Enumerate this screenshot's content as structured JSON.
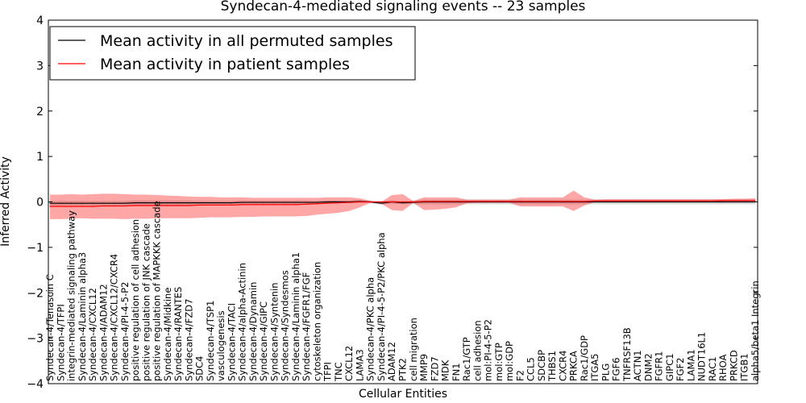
{
  "chart_data": {
    "type": "line",
    "title": "Syndecan-4-mediated signaling events -- 23 samples",
    "xlabel": "Cellular Entities",
    "ylabel": "Inferred Activity",
    "ylim": [
      -4,
      4
    ],
    "yticks": [
      "−4",
      "−3",
      "−2",
      "−1",
      "0",
      "1",
      "2",
      "3",
      "4"
    ],
    "grid": false,
    "legend_position": "top-left",
    "categories": [
      "Syndecan-4/Tenascin C",
      "Syndecan-4/TFPI",
      "integrin-mediated signaling pathway",
      "Syndecan-4/Laminin alpha3",
      "Syndecan-4/CXCL12",
      "Syndecan-4/ADAM12",
      "Syndecan-4/CXCL12/CXCR4",
      "Syndecan-4/PI-4-5-P2",
      "positive regulation of cell adhesion",
      "positive regulation of JNK cascade",
      "positive regulation of MAPKKK cascade",
      "Syndecan-4/Midkine",
      "Syndecan-4/RANTES",
      "Syndecan-4/FZD7",
      "SDC4",
      "Syndecan-4/TSP1",
      "vasculogenesis",
      "Syndecan-4/TACI",
      "Syndecan-4/alpha-Actinin",
      "Syndecan-4/Dynamin",
      "Syndecan-4/GIPC",
      "Syndecan-4/Syntenin",
      "Syndecan-4/Syndesmos",
      "Syndecan-4/Laminin alpha1",
      "Syndecan-4/FGFR1/FGF",
      "cytoskeleton organization",
      "TFPI",
      "TNC",
      "CXCL12",
      "LAMA3",
      "Syndecan-4/PKC alpha",
      "Syndecan-4/PI-4-5-P2/PKC alpha",
      "ADAM12",
      "PTK2",
      "cell migration",
      "MMP9",
      "FZD7",
      "MDK",
      "FN1",
      "Rac1/GTP",
      "cell adhesion",
      "mol:PI-4-5-P2",
      "mol:GTP",
      "mol:GDP",
      "F2",
      "CCL5",
      "SDCBP",
      "THBS1",
      "CXCR4",
      "PRKCA",
      "Rac1/GDP",
      "ITGA5",
      "PLG",
      "FGF6",
      "TNFRSF13B",
      "ACTN1",
      "DNM2",
      "FGFR1",
      "GIPC1",
      "FGF2",
      "LAMA1",
      "NUDT16L1",
      "RAC1",
      "RHOA",
      "PRKCD",
      "ITGB1",
      "alpha5/beta1 Integrin"
    ],
    "series": [
      {
        "name": "Mean activity in all permuted samples",
        "color": "#000000",
        "values": [
          -0.03,
          -0.03,
          -0.03,
          -0.03,
          -0.03,
          -0.03,
          -0.03,
          -0.03,
          -0.02,
          -0.02,
          -0.02,
          -0.02,
          -0.02,
          -0.02,
          -0.02,
          -0.02,
          -0.02,
          -0.02,
          -0.01,
          -0.01,
          -0.01,
          -0.01,
          -0.01,
          -0.01,
          -0.01,
          -0.01,
          0.0,
          0.0,
          0.0,
          0.01,
          0.0,
          -0.03,
          0.0,
          -0.02,
          -0.01,
          0.0,
          0.0,
          0.0,
          0.0,
          0.0,
          0.0,
          0.0,
          0.0,
          0.0,
          0.0,
          0.0,
          0.0,
          0.0,
          0.0,
          0.0,
          0.0,
          0.0,
          0.0,
          0.0,
          0.0,
          0.0,
          0.0,
          0.0,
          0.0,
          0.0,
          0.0,
          0.0,
          0.0,
          0.0,
          0.0,
          0.0,
          0.0
        ],
        "lower": [
          -0.08,
          -0.08,
          -0.08,
          -0.08,
          -0.08,
          -0.08,
          -0.08,
          -0.08,
          -0.07,
          -0.07,
          -0.07,
          -0.07,
          -0.07,
          -0.07,
          -0.06,
          -0.06,
          -0.06,
          -0.06,
          -0.05,
          -0.05,
          -0.05,
          -0.05,
          -0.05,
          -0.05,
          -0.05,
          -0.04,
          -0.03,
          -0.03,
          -0.03,
          -0.02,
          -0.03,
          -0.06,
          -0.04,
          -0.05,
          -0.05,
          -0.05,
          -0.05,
          -0.05,
          -0.05,
          -0.05,
          -0.05,
          -0.05,
          -0.05,
          -0.05,
          -0.05,
          -0.05,
          -0.05,
          -0.05,
          -0.05,
          -0.05,
          -0.05,
          -0.05,
          -0.05,
          -0.05,
          -0.05,
          -0.05,
          -0.05,
          -0.05,
          -0.05,
          -0.05,
          -0.05,
          -0.05,
          -0.05,
          -0.05,
          -0.05,
          -0.05,
          -0.05
        ],
        "upper": [
          0.02,
          0.02,
          0.02,
          0.02,
          0.02,
          0.02,
          0.02,
          0.02,
          0.03,
          0.03,
          0.03,
          0.03,
          0.03,
          0.03,
          0.02,
          0.02,
          0.02,
          0.02,
          0.03,
          0.03,
          0.03,
          0.03,
          0.03,
          0.03,
          0.03,
          0.02,
          0.03,
          0.03,
          0.03,
          0.04,
          0.03,
          0.0,
          0.04,
          0.01,
          0.03,
          0.05,
          0.05,
          0.05,
          0.05,
          0.05,
          0.05,
          0.05,
          0.05,
          0.05,
          0.05,
          0.05,
          0.05,
          0.05,
          0.05,
          0.05,
          0.05,
          0.05,
          0.05,
          0.05,
          0.05,
          0.05,
          0.05,
          0.05,
          0.05,
          0.05,
          0.05,
          0.05,
          0.05,
          0.05,
          0.05,
          0.05,
          0.05
        ]
      },
      {
        "name": "Mean activity in patient samples",
        "color": "#ff0000",
        "values": [
          -0.1,
          -0.1,
          -0.1,
          -0.1,
          -0.1,
          -0.09,
          -0.09,
          -0.09,
          -0.08,
          -0.08,
          -0.08,
          -0.08,
          -0.08,
          -0.08,
          -0.07,
          -0.07,
          -0.07,
          -0.07,
          -0.06,
          -0.06,
          -0.06,
          -0.06,
          -0.06,
          -0.06,
          -0.05,
          -0.04,
          -0.03,
          -0.02,
          -0.01,
          0.0,
          0.0,
          0.0,
          0.0,
          0.0,
          0.0,
          0.01,
          0.01,
          0.01,
          0.01,
          0.01,
          0.01,
          0.01,
          0.01,
          0.01,
          0.01,
          0.01,
          0.01,
          0.01,
          0.01,
          0.01,
          0.01,
          0.02,
          0.02,
          0.02,
          0.02,
          0.02,
          0.02,
          0.02,
          0.02,
          0.02,
          0.02,
          0.02,
          0.02,
          0.03,
          0.03,
          0.03,
          0.03
        ],
        "lower": [
          -0.38,
          -0.38,
          -0.37,
          -0.36,
          -0.37,
          -0.37,
          -0.37,
          -0.38,
          -0.37,
          -0.37,
          -0.36,
          -0.36,
          -0.36,
          -0.36,
          -0.35,
          -0.34,
          -0.34,
          -0.34,
          -0.33,
          -0.33,
          -0.32,
          -0.32,
          -0.32,
          -0.32,
          -0.31,
          -0.28,
          -0.26,
          -0.24,
          -0.2,
          -0.12,
          -0.02,
          -0.04,
          -0.18,
          -0.2,
          -0.02,
          -0.18,
          -0.17,
          -0.15,
          -0.12,
          -0.03,
          -0.02,
          -0.02,
          -0.02,
          -0.02,
          -0.1,
          -0.1,
          -0.1,
          -0.1,
          -0.1,
          -0.2,
          -0.08,
          0.0,
          0.0,
          0.0,
          0.0,
          0.0,
          0.0,
          0.0,
          0.0,
          0.0,
          0.0,
          0.0,
          0.0,
          0.0,
          0.0,
          0.0,
          0.0
        ],
        "upper": [
          0.16,
          0.16,
          0.17,
          0.16,
          0.17,
          0.18,
          0.18,
          0.17,
          0.16,
          0.16,
          0.15,
          0.14,
          0.13,
          0.12,
          0.11,
          0.11,
          0.1,
          0.1,
          0.1,
          0.09,
          0.09,
          0.09,
          0.09,
          0.09,
          0.09,
          0.09,
          0.1,
          0.1,
          0.1,
          0.08,
          0.02,
          0.0,
          0.15,
          0.17,
          0.02,
          0.1,
          0.1,
          0.1,
          0.1,
          0.05,
          0.05,
          0.05,
          0.05,
          0.05,
          0.1,
          0.1,
          0.1,
          0.1,
          0.1,
          0.25,
          0.1,
          0.05,
          0.06,
          0.06,
          0.06,
          0.06,
          0.06,
          0.06,
          0.06,
          0.06,
          0.06,
          0.06,
          0.06,
          0.06,
          0.07,
          0.07,
          0.08
        ]
      }
    ]
  }
}
